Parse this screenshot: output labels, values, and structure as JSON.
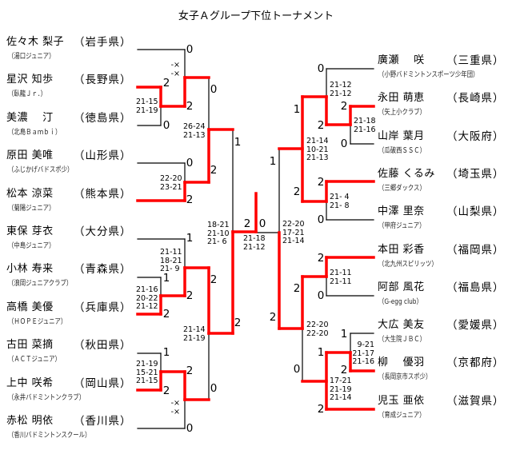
{
  "title": "女子Ａグループ下位トーナメント",
  "colors": {
    "winner_line": "#ff0000",
    "line": "#000000"
  },
  "left_players": [
    {
      "name": "佐々木 梨子",
      "pref": "（岩手県）",
      "club": "（湯口ジュニア）"
    },
    {
      "name": "星沢 知歩",
      "pref": "（長野県）",
      "club": "（臥龍Ｊｒ．）"
    },
    {
      "name": "美濃　 汀",
      "pref": "（徳島県）",
      "club": "（北島Ｂａｍｂｉ）"
    },
    {
      "name": "原田 美唯",
      "pref": "（山形県）",
      "club": "（ふじかげバドスポ少）"
    },
    {
      "name": "松本 涼菜",
      "pref": "（熊本県）",
      "club": "（菊陽ジュニア）"
    },
    {
      "name": "東保 芽衣",
      "pref": "（大分県）",
      "club": "（中島ジュニア）"
    },
    {
      "name": "小林 寿来",
      "pref": "（青森県）",
      "club": "（浪岡ジュニアクラブ）"
    },
    {
      "name": "高橋 美優",
      "pref": "（兵庫県）",
      "club": "（ＨＯＰＥジュニア）"
    },
    {
      "name": "古田 菜摘",
      "pref": "（秋田県）",
      "club": "（ＡＣＴジュニア）"
    },
    {
      "name": "上中 咲希",
      "pref": "（岡山県）",
      "club": "（永井バドミントンクラブ）"
    },
    {
      "name": "赤松 明依",
      "pref": "（香川県）",
      "club": "（香川バドミントンスクール）"
    }
  ],
  "right_players": [
    {
      "name": "廣瀬　 咲",
      "pref": "（三重県）",
      "club": "（小野バドミントンスポーツ少年団）"
    },
    {
      "name": "永田 萌恵",
      "pref": "（長崎県）",
      "club": "（矢上小クラブ）"
    },
    {
      "name": "山岸 葉月",
      "pref": "（大阪府）",
      "club": "（瓜破西ＳＳＣ）"
    },
    {
      "name": "佐藤 くるみ",
      "pref": "（埼玉県）",
      "club": "（三郷ダックス）"
    },
    {
      "name": "中澤 里奈",
      "pref": "（山梨県）",
      "club": "（甲府ジュニア）"
    },
    {
      "name": "本田 彩香",
      "pref": "（福岡県）",
      "club": "（北九州スピリッツ）"
    },
    {
      "name": "阿部 風花",
      "pref": "（福島県）",
      "club": "（G-egg club）"
    },
    {
      "name": "大広 美友",
      "pref": "（愛媛県）",
      "club": "（大生院ＪＢＣ）"
    },
    {
      "name": "柳　 優羽",
      "pref": "（京都府）",
      "club": "（長岡京市スポ少）"
    },
    {
      "name": "児玉 亜依",
      "pref": "（滋賀県）",
      "club": "（育成ジュニア）"
    }
  ],
  "left_counts": [
    "0",
    "2",
    "0",
    "2",
    "0",
    "0",
    "2",
    "2",
    "1",
    "1",
    "1",
    "2",
    "2",
    "2",
    "1",
    "2",
    "2",
    "0",
    "0",
    "2"
  ],
  "final_counts": [
    "2",
    "0"
  ],
  "right_counts": [
    "0",
    "2",
    "2",
    "0",
    "1",
    "2",
    "0",
    "2",
    "1",
    "2",
    "0",
    "2",
    "2",
    "1",
    "2",
    "1",
    "0",
    "2"
  ],
  "left_scores": [
    "-×\n-×",
    "21-15\n21-19",
    "26-24\n21-13",
    "22-20\n23-21",
    "18-21\n21-10\n21- 6",
    "21-11\n18-21\n21- 9",
    "21-16\n20-22\n21-12",
    "21-14\n21-19",
    "21-19\n15-21\n21-15",
    "-×\n-×"
  ],
  "final_scores": [
    "21-18\n21-12",
    "22-20\n17-21\n21-14"
  ],
  "right_scores": [
    "21-12\n21-12",
    "21-18\n21-16",
    "21-14\n10-21\n21-13",
    "21- 4\n21- 8",
    "21-11\n21-11",
    "22-20\n22-20",
    "9-21\n21-17\n21-16",
    "17-21\n21-19\n21-14"
  ]
}
